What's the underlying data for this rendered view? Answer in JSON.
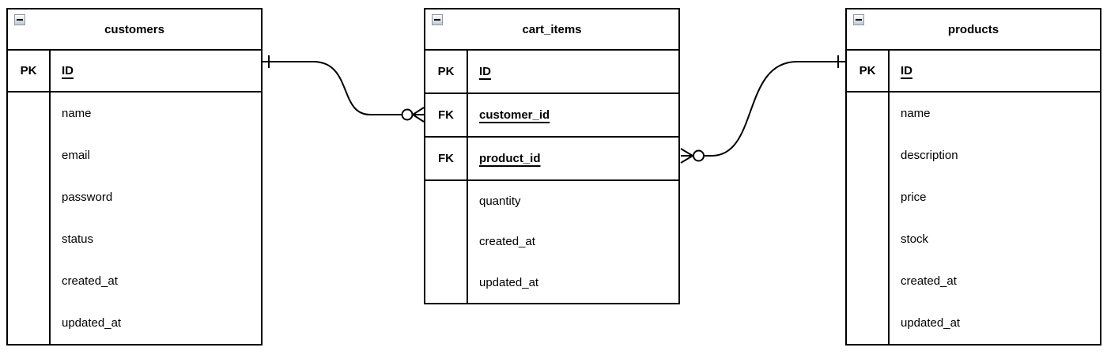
{
  "diagram": {
    "type": "entity-relationship",
    "tables": [
      {
        "name": "customers",
        "keys": [
          {
            "key": "PK",
            "field": "ID"
          }
        ],
        "fields": [
          "name",
          "email",
          "password",
          "status",
          "created_at",
          "updated_at"
        ]
      },
      {
        "name": "cart_items",
        "keys": [
          {
            "key": "PK",
            "field": "ID"
          },
          {
            "key": "FK",
            "field": "customer_id"
          },
          {
            "key": "FK",
            "field": "product_id"
          }
        ],
        "fields": [
          "quantity",
          "created_at",
          "updated_at"
        ]
      },
      {
        "name": "products",
        "keys": [
          {
            "key": "PK",
            "field": "ID"
          }
        ],
        "fields": [
          "name",
          "description",
          "price",
          "stock",
          "created_at",
          "updated_at"
        ]
      }
    ],
    "relationships": [
      {
        "from_table": "customers",
        "from_field": "ID",
        "from_cardinality": "one",
        "to_table": "cart_items",
        "to_field": "customer_id",
        "to_cardinality": "zero-or-many"
      },
      {
        "from_table": "products",
        "from_field": "ID",
        "from_cardinality": "one",
        "to_table": "cart_items",
        "to_field": "product_id",
        "to_cardinality": "zero-or-many"
      }
    ],
    "colors": {
      "line": "#000000",
      "text": "#000000",
      "background": "#ffffff"
    }
  }
}
